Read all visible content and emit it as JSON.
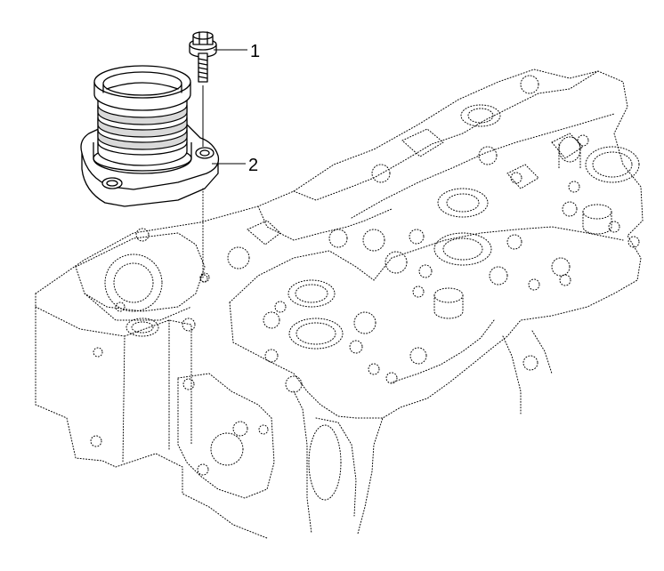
{
  "diagram": {
    "callouts": [
      {
        "number": "1",
        "part": "bolt"
      },
      {
        "number": "2",
        "part": "water-outlet-flange"
      }
    ]
  }
}
